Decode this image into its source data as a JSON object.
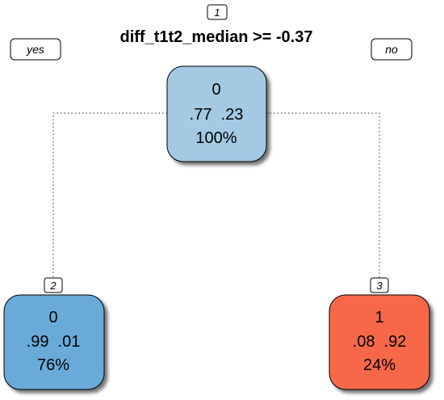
{
  "tree": {
    "split_label": "diff_t1t2_median >= -0.37",
    "branch_yes": "yes",
    "branch_no": "no",
    "nodes": [
      {
        "number": "1",
        "class": "0",
        "probs": ".77  .23",
        "percent": "100%",
        "fill": "#a3c9e3"
      },
      {
        "number": "2",
        "class": "0",
        "probs": ".99  .01",
        "percent": "76%",
        "fill": "#6aaad9"
      },
      {
        "number": "3",
        "class": "1",
        "probs": ".08  .92",
        "percent": "24%",
        "fill": "#f7684a"
      }
    ]
  }
}
